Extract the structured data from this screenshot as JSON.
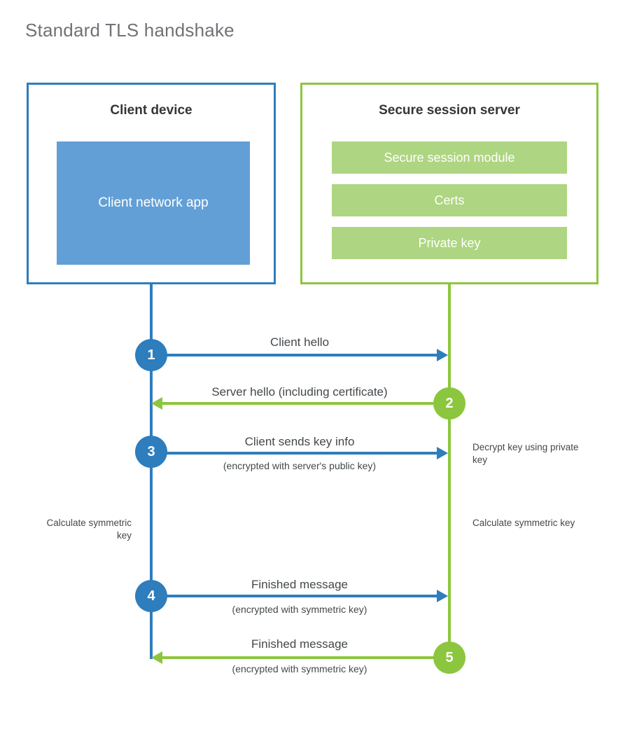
{
  "title": "Standard TLS handshake",
  "colors": {
    "client_border": "#2e7dbd",
    "client_app_fill": "#629fd6",
    "server_border": "#8cc63e",
    "server_block_fill": "#aed581",
    "title_text": "#6f7377",
    "body_text": "#44484b",
    "heading_text": "#333638",
    "background": "#ffffff"
  },
  "client": {
    "title": "Client device",
    "app_label": "Client network app"
  },
  "server": {
    "title": "Secure session server",
    "blocks": [
      {
        "label": "Secure session module"
      },
      {
        "label": "Certs"
      },
      {
        "label": "Private key"
      }
    ]
  },
  "steps": [
    {
      "number": "1",
      "label": "Client hello",
      "sublabel": "",
      "direction": "client-to-server",
      "color": "blue"
    },
    {
      "number": "2",
      "label": "Server hello (including certificate)",
      "sublabel": "",
      "direction": "server-to-client",
      "color": "green"
    },
    {
      "number": "3",
      "label": "Client sends key info",
      "sublabel": "(encrypted with server's public key)",
      "direction": "client-to-server",
      "color": "blue"
    },
    {
      "number": "4",
      "label": "Finished message",
      "sublabel": "(encrypted with symmetric key)",
      "direction": "client-to-server",
      "color": "blue"
    },
    {
      "number": "5",
      "label": "Finished message",
      "sublabel": "(encrypted with symmetric key)",
      "direction": "server-to-client",
      "color": "green"
    }
  ],
  "annotations": {
    "server_decrypt": "Decrypt key using private key",
    "client_calculate": "Calculate symmetric key",
    "server_calculate": "Calculate symmetric key"
  }
}
